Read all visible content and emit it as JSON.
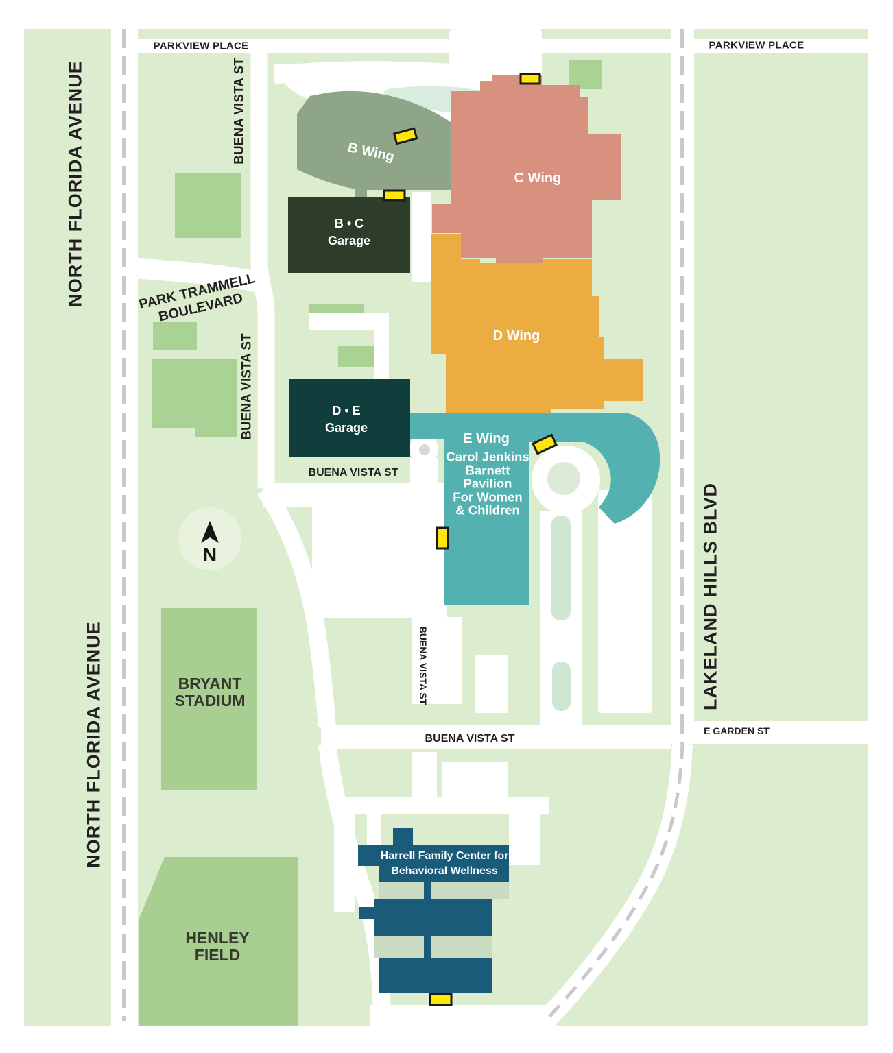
{
  "colors": {
    "background": "#DCEDCF",
    "block_green": "#ABD295",
    "field_green": "#A9CE92",
    "pale_circle": "#E8F2DF",
    "pond": "#D8ECDF",
    "pond_dot": "#9AD2A9",
    "median_mint": "#CFE6D4",
    "b_wing": "#8FA588",
    "c_wing": "#D9917F",
    "d_wing": "#EBAC42",
    "e_wing": "#53B2B0",
    "bc_garage": "#2E3D2A",
    "de_garage": "#0F3E3C",
    "harrell": "#1A5B7A",
    "harrell_court": "#C9DCC3",
    "marker_yellow": "#FFE60A",
    "road_white": "#FFFFFF",
    "dash_gray": "#C9C9C9",
    "street_text": "#231F20",
    "field_text": "#35382F"
  },
  "streets": {
    "parkview_place_left": "PARKVIEW PLACE",
    "parkview_place_right": "PARKVIEW PLACE",
    "north_florida_avenue_top": "NORTH FLORIDA AVENUE",
    "north_florida_avenue_bottom": "NORTH FLORIDA AVENUE",
    "buena_vista_upper": "BUENA VISTA ST",
    "buena_vista_park_trammell": "BUENA VISTA ST",
    "buena_vista_mid": "BUENA VISTA ST",
    "buena_vista_on_road": "BUENA VISTA ST",
    "buena_vista_lower": "BUENA VISTA ST",
    "park_trammell": {
      "line1": "PARK TRAMMELL",
      "line2": "BOULEVARD"
    },
    "lakeland_hills_blvd": "LAKELAND HILLS BLVD",
    "e_garden_st": "E GARDEN ST"
  },
  "buildings": {
    "b_wing": "B Wing",
    "c_wing": "C Wing",
    "d_wing": "D Wing",
    "e_wing": {
      "title": "E Wing",
      "sub": [
        "Carol Jenkins",
        "Barnett",
        "Pavilion",
        "For Women",
        "& Children"
      ]
    },
    "bc_garage": {
      "line1": "B • C",
      "line2": "Garage"
    },
    "de_garage": {
      "line1": "D • E",
      "line2": "Garage"
    },
    "harrell": {
      "line1": "Harrell Family Center for",
      "line2": "Behavioral Wellness"
    }
  },
  "landmarks": {
    "bryant_stadium": {
      "line1": "BRYANT",
      "line2": "STADIUM"
    },
    "henley_field": {
      "line1": "HENLEY",
      "line2": "FIELD"
    },
    "compass": "N"
  }
}
